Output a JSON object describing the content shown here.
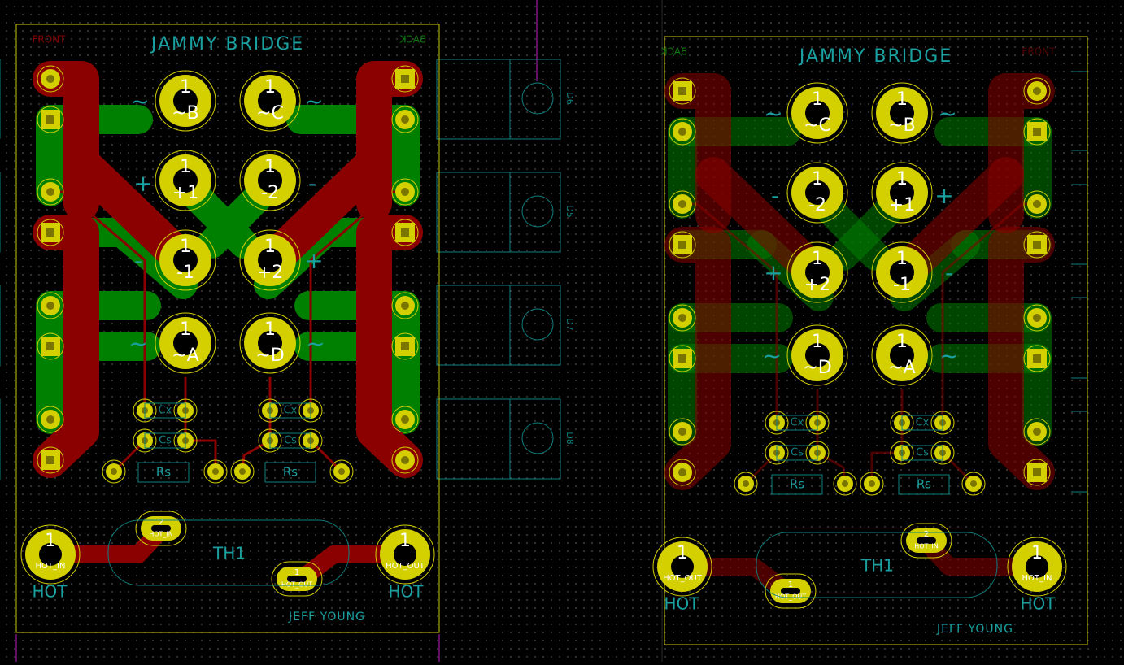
{
  "board": {
    "title": "JAMMY BRIDGE",
    "front_label": "FRONT",
    "back_label": "BACK",
    "author": "JEFF YOUNG",
    "thermistor_ref": "TH1",
    "hot_label": "HOT",
    "hot_in_net": "HOT_IN",
    "hot_out_net": "HOT_OUT",
    "pad_number_1": "1",
    "pad_number_2": "2",
    "resistor_ref": "Rs",
    "cap_refs": [
      "Cx",
      "Cs"
    ],
    "tilde": "~",
    "plus": "+",
    "minus": "-",
    "terminal_nets": [
      "~B",
      "~C",
      "+1",
      "-2",
      "-1",
      "+2",
      "~A",
      "~D"
    ]
  },
  "diodes": [
    "D6",
    "D5",
    "D7",
    "D8"
  ],
  "colors": {
    "background": "#000000",
    "grid_dot": "#3a3a3a",
    "front_copper": "#8b0000",
    "back_copper": "#008000",
    "pad": "#d4d000",
    "silkscreen": "#1aa0a0",
    "fab_outline": "#0f7f7f",
    "edge_cuts": "#c8c800",
    "front_label": "#8b0000",
    "back_label": "#0f7a0f",
    "courtyard": "#c020c0"
  }
}
